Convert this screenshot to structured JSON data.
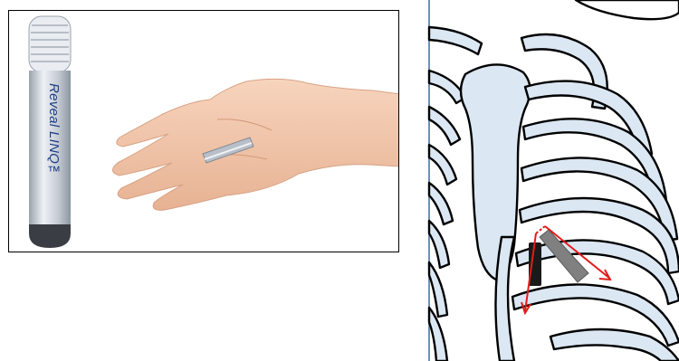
{
  "photo": {
    "device_brand_text": "Reveal LINQ™",
    "device_name": "implantable-loop-recorder",
    "colors": {
      "device_body": "#c9ced6",
      "device_cap": "#3a3d43",
      "skin": "#f0c8ad"
    }
  },
  "diagram": {
    "subject": "rib-cage",
    "colors": {
      "bone_fill": "#dbe7f3",
      "outline": "#000000",
      "arrow": "#e21c1c",
      "device_dark": "#1a1a1a",
      "device_grey": "#808080",
      "divider": "#6f8fb8"
    }
  }
}
